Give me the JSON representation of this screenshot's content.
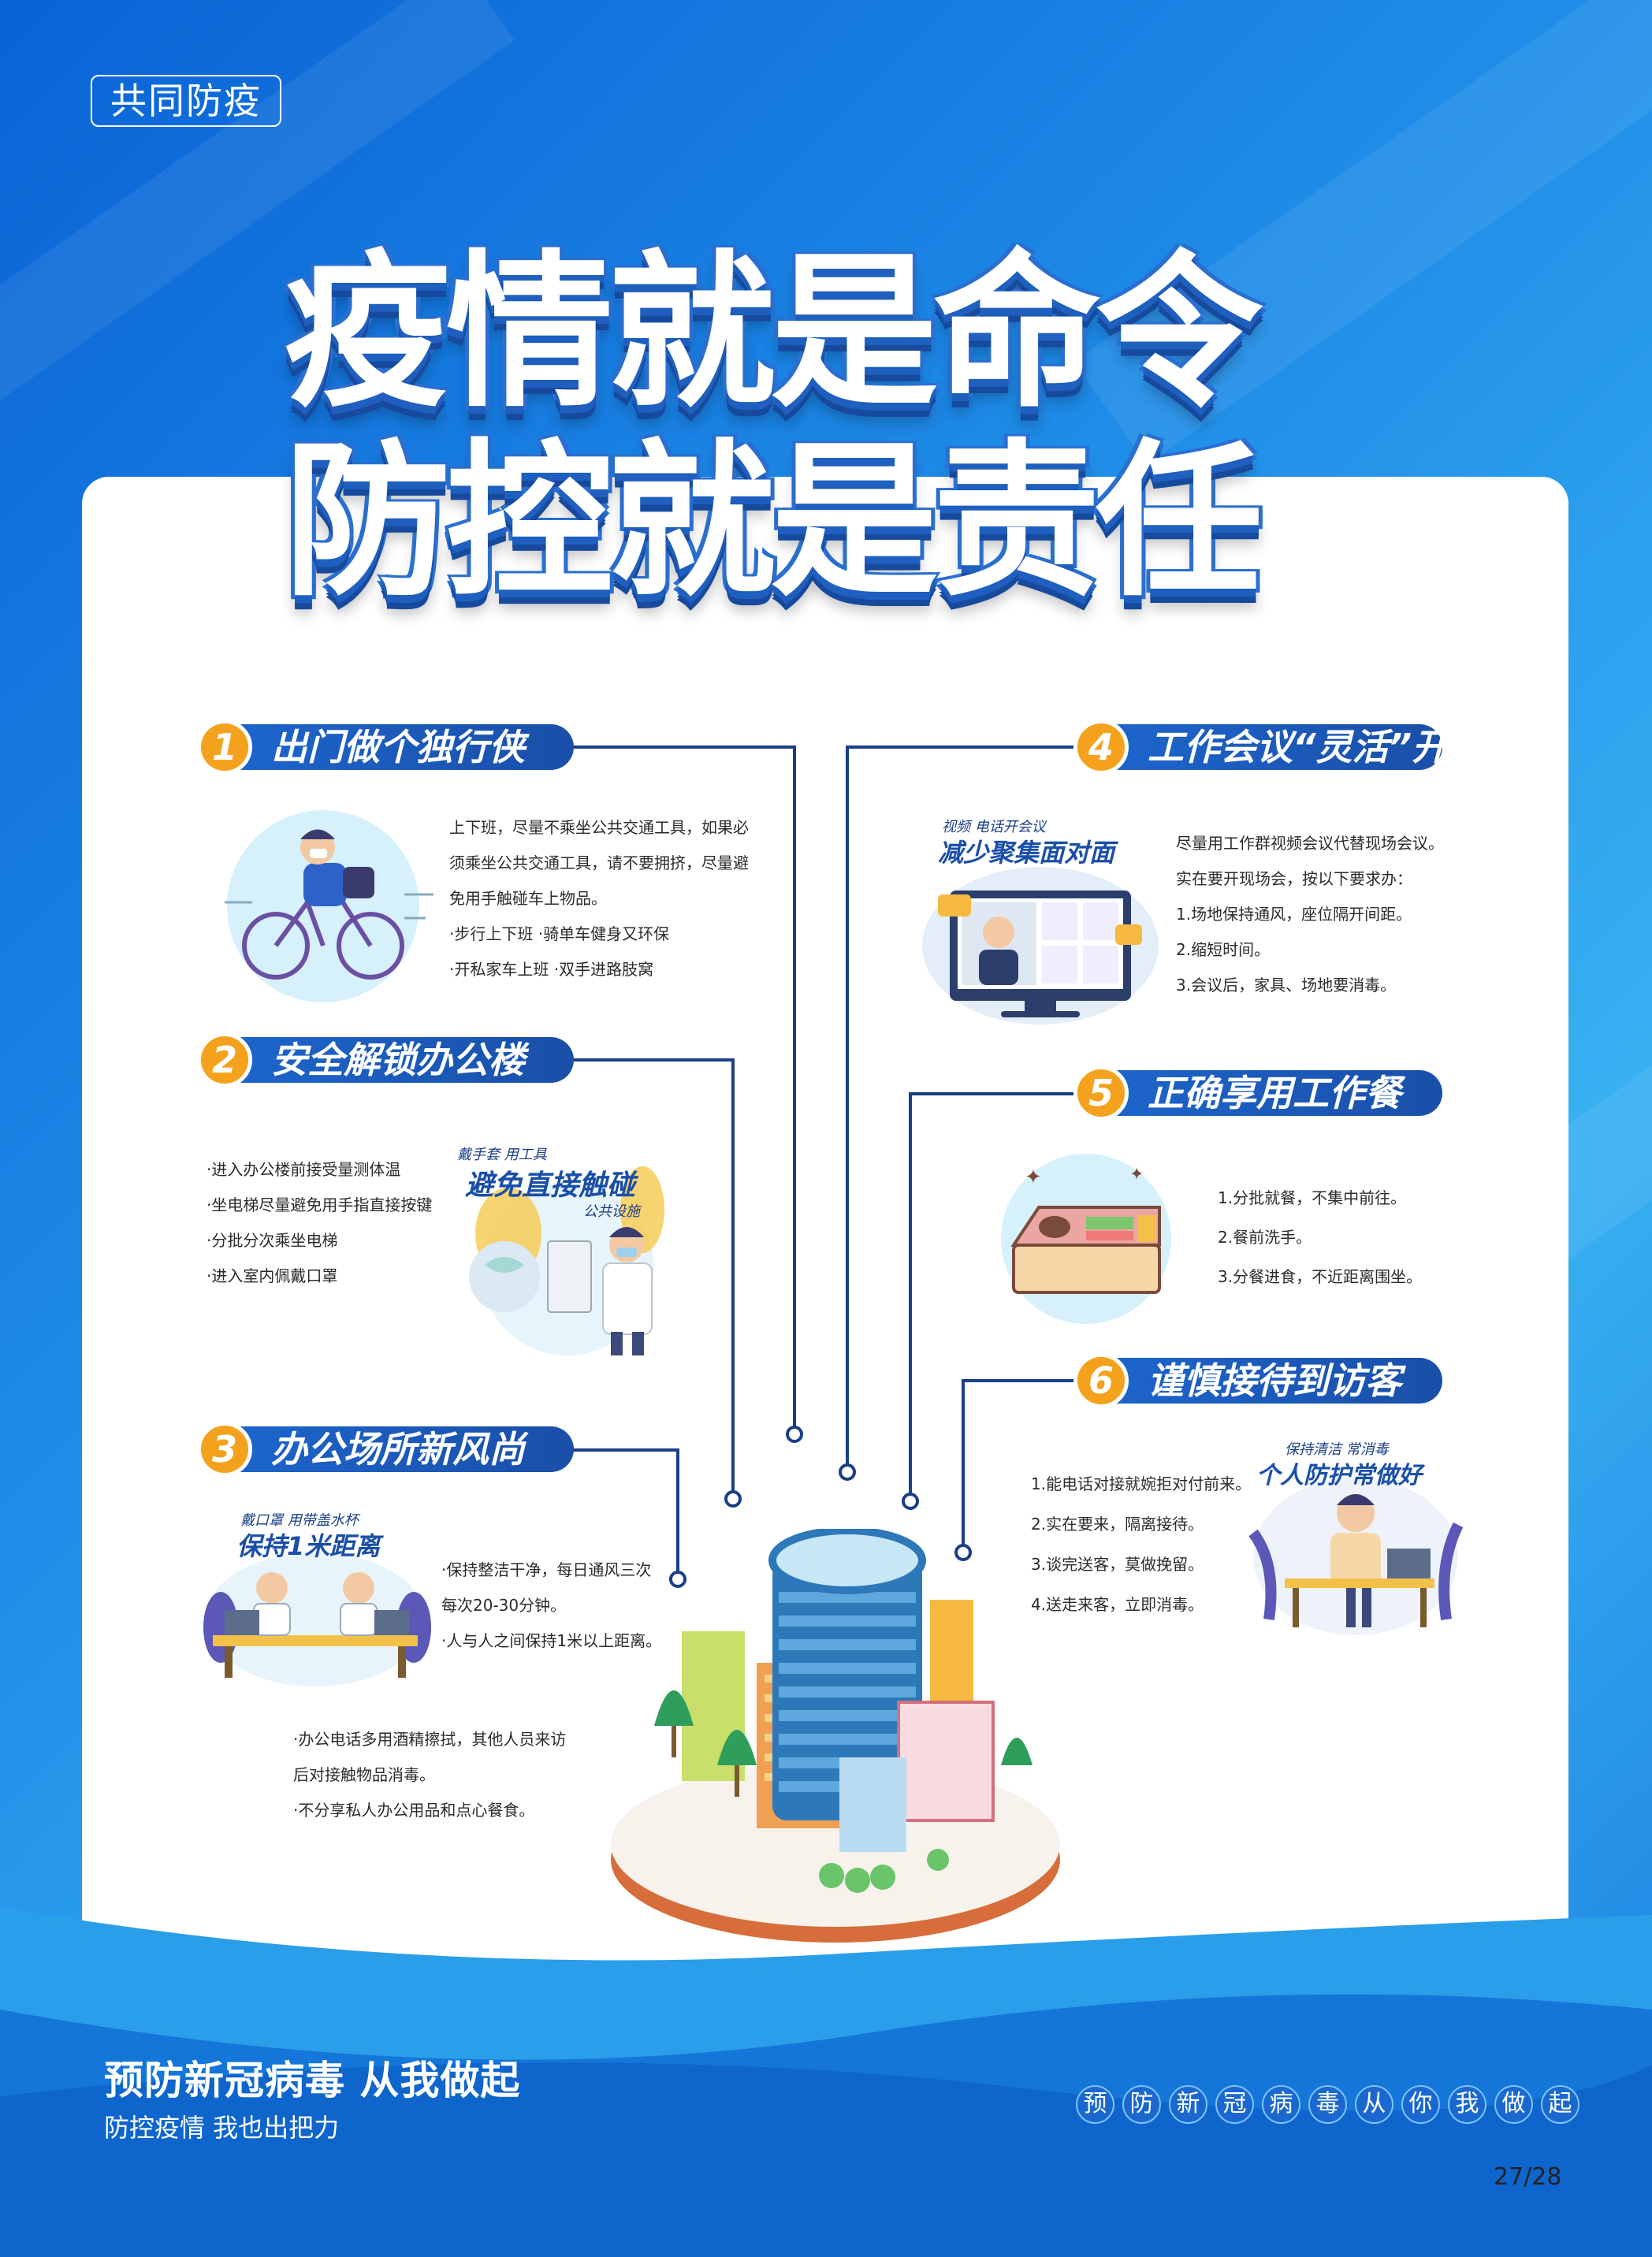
{
  "tag": "共同防疫",
  "title": {
    "line1": "疫情就是命令",
    "line2": "防控就是责任"
  },
  "sections": [
    {
      "num": "1",
      "title": "出门做个独行侠",
      "lines": [
        "上下班，尽量不乘坐公共交通工具，如果必",
        "须乘坐公共交通工具，请不要拥挤，尽量避",
        "免用手触碰车上物品。",
        "·步行上下班 ·骑单车健身又环保",
        "·开私家车上班 ·双手进路肢窝"
      ]
    },
    {
      "num": "2",
      "title": "安全解锁办公楼",
      "lines": [
        "·进入办公楼前接受量测体温",
        "·坐电梯尽量避免用手指直接按键",
        "·分批分次乘坐电梯",
        "·进入室内佩戴口罩"
      ],
      "illus": {
        "small": "戴手套 用工具",
        "big": "避免直接触碰",
        "tag": "公共设施"
      }
    },
    {
      "num": "3",
      "title": "办公场所新风尚",
      "lines": [
        "·保持整洁干净，每日通风三次",
        "每次20-30分钟。",
        "·人与人之间保持1米以上距离。"
      ],
      "lines2": [
        "·办公电话多用酒精擦拭，其他人员来访",
        "后对接触物品消毒。",
        "·不分享私人办公用品和点心餐食。"
      ],
      "illus": {
        "small": "戴口罩 用带盖水杯",
        "big": "保持1米距离"
      }
    },
    {
      "num": "4",
      "title": "工作会议“灵活”开",
      "lines": [
        "尽量用工作群视频会议代替现场会议。",
        "实在要开现场会，按以下要求办：",
        "1.场地保持通风，座位隔开间距。",
        "2.缩短时间。",
        "3.会议后，家具、场地要消毒。"
      ],
      "illus": {
        "small": "视频 电话开会议",
        "big": "减少聚集面对面"
      }
    },
    {
      "num": "5",
      "title": "正确享用工作餐",
      "lines": [
        "1.分批就餐，不集中前往。",
        "2.餐前洗手。",
        "3.分餐进食，不近距离围坐。"
      ]
    },
    {
      "num": "6",
      "title": "谨慎接待到访客",
      "lines": [
        "1.能电话对接就婉拒对付前来。",
        "2.实在要来，隔离接待。",
        "3.谈完送客，莫做挽留。",
        "4.送走来客，立即消毒。"
      ],
      "illus": {
        "small": "保持清洁 常消毒",
        "big": "个人防护常做好"
      }
    }
  ],
  "footer": {
    "slogan": "预防新冠病毒 从我做起",
    "sub": "防控疫情 我也出把力",
    "chips": [
      "预",
      "防",
      "新",
      "冠",
      "病",
      "毒",
      "从",
      "你",
      "我",
      "做",
      "起"
    ],
    "page": "27/28"
  },
  "colors": {
    "accent": "#1d67cf",
    "badge": "#f4a21d"
  }
}
